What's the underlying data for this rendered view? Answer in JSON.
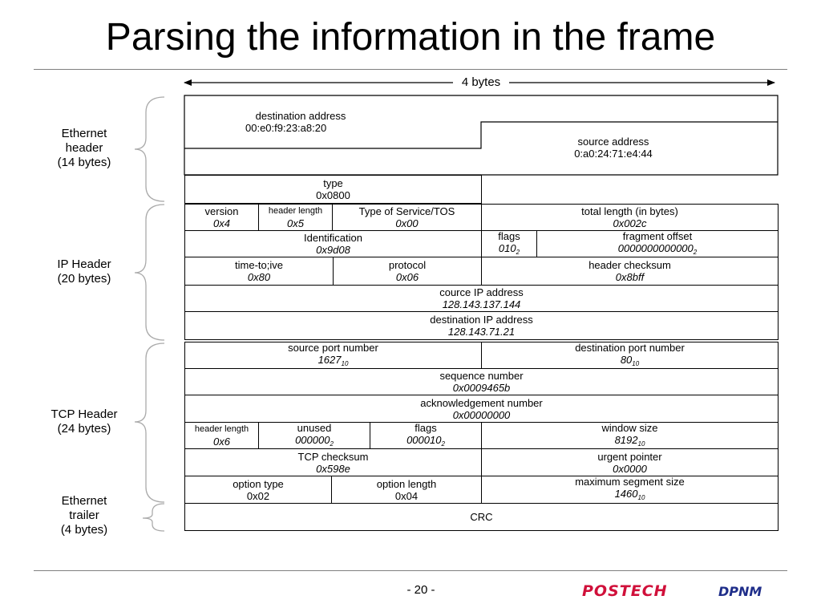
{
  "slide": {
    "title": "Parsing the information in the frame",
    "page_number": "- 20 -",
    "logo": "POSTECH",
    "logo_suffix": "DPNM"
  },
  "width_label": "4 bytes",
  "sections": {
    "ethernet_header": [
      "Ethernet",
      "header",
      "(14 bytes)"
    ],
    "ip_header": [
      "IP  Header",
      "(20 bytes)"
    ],
    "tcp_header": [
      "TCP  Header",
      "(24 bytes)"
    ],
    "ethernet_trailer": [
      "Ethernet",
      "trailer",
      "(4 bytes)"
    ]
  },
  "ethernet": {
    "dst_label": "destination address",
    "dst_value": "00:e0:f9:23:a8:20",
    "src_label": "source address",
    "src_value": "0:a0:24:71:e4:44",
    "type_label": "type",
    "type_value": "0x0800"
  },
  "ip": {
    "version_label": "version",
    "version_value": "0x4",
    "hlen_label": "header length",
    "hlen_value": "0x5",
    "tos_label": "Type of Service/TOS",
    "tos_value": "0x00",
    "total_label": "total length (in bytes)",
    "total_value": "0x002c",
    "id_label": "Identification",
    "id_value": "0x9d08",
    "flags_label": "flags",
    "flags_value": "010",
    "flags_base": "2",
    "frag_label": "fragment offset",
    "frag_value": "0000000000000",
    "frag_base": "2",
    "ttl_label": "time-to;ive",
    "ttl_value": "0x80",
    "proto_label": "protocol",
    "proto_value": "0x06",
    "cksum_label": "header checksum",
    "cksum_value": "0x8bff",
    "src_label": "cource IP address",
    "src_value": "128.143.137.144",
    "dst_label": "destination IP address",
    "dst_value": "128.143.71.21"
  },
  "tcp": {
    "sport_label": "source port number",
    "sport_value": "1627",
    "sport_base": "10",
    "dport_label": "destination port number",
    "dport_value": "80",
    "dport_base": "10",
    "seq_label": "sequence number",
    "seq_value": "0x0009465b",
    "ack_label": "acknowledgement number",
    "ack_value": "0x00000000",
    "hlen_label": "header length",
    "hlen_value": "0x6",
    "unused_label": "unused",
    "unused_value": "000000",
    "unused_base": "2",
    "flags_label": "flags",
    "flags_value": "000010",
    "flags_base": "2",
    "win_label": "window size",
    "win_value": "8192",
    "win_base": "10",
    "cksum_label": "TCP checksum",
    "cksum_value": "0x598e",
    "urg_label": "urgent pointer",
    "urg_value": "0x0000",
    "opttype_label": "option type",
    "opttype_value": "0x02",
    "optlen_label": "option length",
    "optlen_value": "0x04",
    "mss_label": "maximum segment size",
    "mss_value": "1460",
    "mss_base": "10"
  },
  "trailer": {
    "crc_label": "CRC"
  }
}
